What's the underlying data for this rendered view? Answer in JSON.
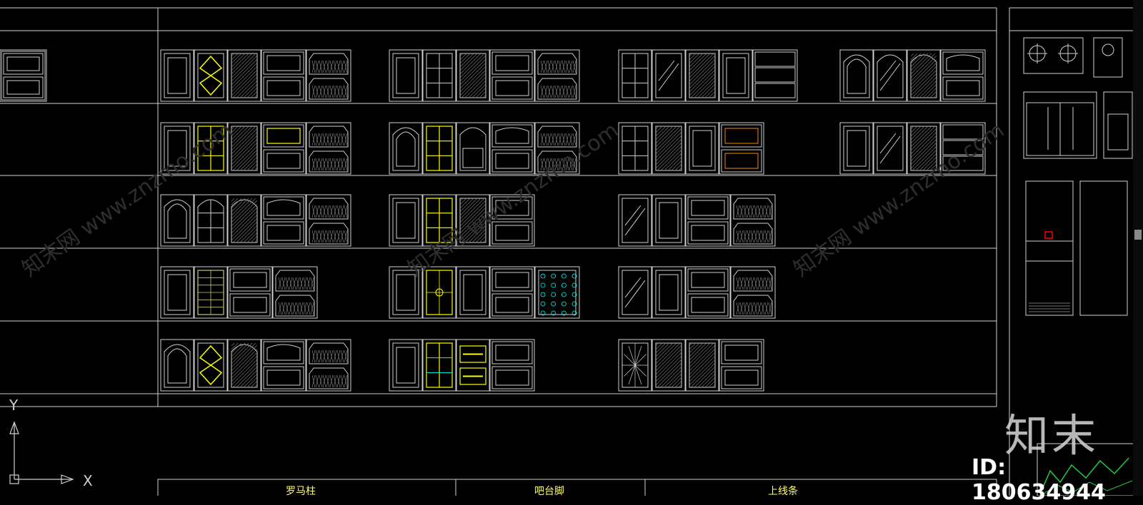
{
  "watermarks": [
    "知末网 www.znzmo.com",
    "知末网 www.znzmo.com",
    "知末网 www.znzmo.com"
  ],
  "axis": {
    "y_label": "Y",
    "x_label": "X"
  },
  "footer": {
    "col1": "罗马柱",
    "col2": "吧台脚",
    "col3": "上线条"
  },
  "branding": {
    "logo_text": "知末",
    "id_text": "ID: 180634944"
  },
  "colors": {
    "background": "#000000",
    "line": "#d0d0d0",
    "accent": "#ffff00",
    "highlight": "#ff8a00",
    "marker": "#ff0000",
    "cyan": "#00ffff"
  },
  "cabinet_rows": [
    [
      [
        "plain",
        "lattice-glass",
        "mesh",
        "drawer2",
        "basket2"
      ],
      [
        "plain",
        "grid",
        "mesh",
        "drawer2",
        "basket2"
      ],
      [
        "grid",
        "diag",
        "mesh",
        "plain",
        "rails"
      ],
      [
        "arch",
        "archdiag",
        "archmesh",
        "drawerarch"
      ]
    ],
    [
      [
        "plain",
        "gridglass",
        "mesh",
        "drawerglass",
        "basket2"
      ],
      [
        "arch",
        "gridglass",
        "archplain",
        "drawerarch",
        "basket2"
      ],
      [
        "grid",
        "mesh",
        "plain",
        "drawerorange"
      ],
      [
        "plain",
        "diag",
        "mesh",
        "rails"
      ]
    ],
    [
      [
        "arch",
        "gridarch",
        "archmesh",
        "drawerarch",
        "basket2"
      ],
      [
        "plain",
        "gridglass",
        "mesh",
        "drawer2"
      ],
      [
        "diag",
        "plain",
        "drawer2",
        "basket2"
      ]
    ],
    [
      [
        "plain",
        "frostglass",
        "drawer2",
        "basket2"
      ],
      [
        "plain",
        "roundglass",
        "plain",
        "drawer2",
        "winerack"
      ],
      [
        "diag",
        "plain",
        "drawer2",
        "basket2"
      ]
    ],
    [
      [
        "arch",
        "lattice-glass",
        "archmesh",
        "drawerarch",
        "basket2"
      ],
      [
        "plain",
        "cyanglass",
        "barsglass",
        "drawer2"
      ],
      [
        "sunburst",
        "mesh",
        "mesh",
        "drawermesh"
      ]
    ]
  ]
}
